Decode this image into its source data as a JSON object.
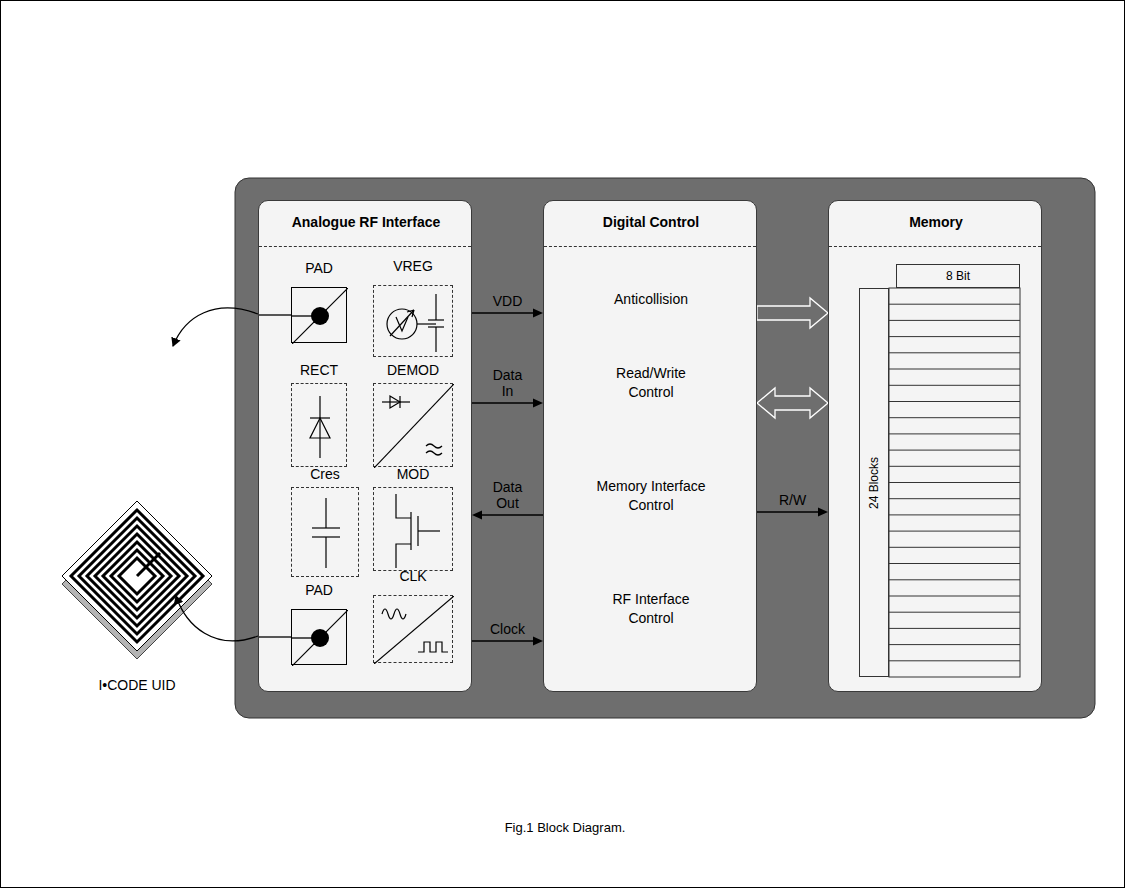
{
  "diagram": {
    "caption": "Fig.1 Block Diagram.",
    "nodes": [
      {
        "text": [
          "Analogue RF Interface"
        ]
      },
      {
        "text": [
          "PAD"
        ],
        "in": 0
      },
      {
        "text": [
          "VREG"
        ],
        "in": 0
      },
      {
        "text": [
          "RECT"
        ],
        "in": 0
      },
      {
        "text": [
          "DEMOD"
        ],
        "in": 0
      },
      {
        "text": [
          "Cres"
        ],
        "in": 0
      },
      {
        "text": [
          "MOD"
        ],
        "in": 0
      },
      {
        "text": [
          "CLK"
        ],
        "in": 0
      },
      {
        "text": [
          "PAD"
        ],
        "in": 0
      },
      {
        "text": [
          "Digital Control",
          "Anticollision",
          "Read/Write Control",
          "Memory Interface Control",
          "RF Interface Control"
        ]
      },
      {
        "text": [
          "Memory"
        ]
      },
      {
        "text": [
          "8 Bit"
        ],
        "in": 10
      },
      {
        "text": [
          "24 Blocks"
        ],
        "in": 10
      }
    ],
    "edges": [
      {
        "from": 0,
        "to": 9,
        "arrow": "to",
        "label": "VDD"
      },
      {
        "from": 0,
        "to": 9,
        "arrow": "to",
        "label": "Data In"
      },
      {
        "from": 9,
        "to": 0,
        "arrow": "to",
        "label": "Data Out"
      },
      {
        "from": 0,
        "to": 9,
        "arrow": "to",
        "label": "Clock"
      },
      {
        "from": 9,
        "to": 10,
        "arrow": "to"
      },
      {
        "from": 9,
        "to": 10,
        "arrow": "both"
      },
      {
        "from": 9,
        "to": 10,
        "arrow": "to",
        "label": "R/W"
      }
    ],
    "labels": [
      "I•CODE UID"
    ]
  }
}
